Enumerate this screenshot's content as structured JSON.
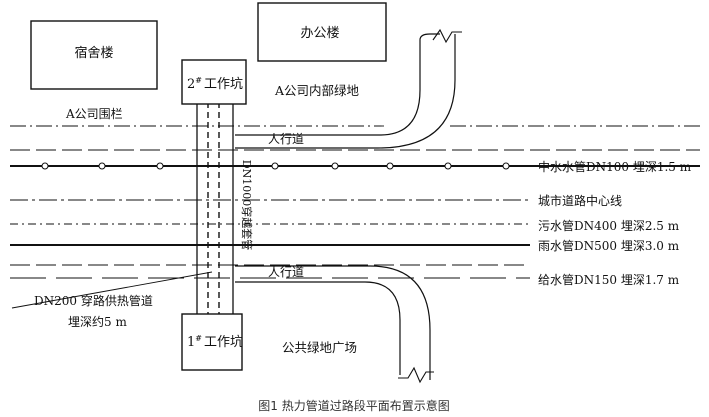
{
  "buildings": {
    "dormitory": "宿舍楼",
    "office": "办公楼"
  },
  "pits": {
    "pit2_num": "2",
    "pit2_text": "工作坑",
    "pit1_num": "1",
    "pit1_text": "工作坑",
    "mark": "#"
  },
  "areas": {
    "company_green": "A公司内部绿地",
    "public_square": "公共绿地广场",
    "fence": "A公司围栏",
    "sidewalk_top": "人行道",
    "sidewalk_bottom": "人行道",
    "casing": "DN1000穿越套管"
  },
  "pipes": {
    "reclaimed": "中水水管DN100  埋深1.5 m",
    "centerline": "城市道路中心线",
    "sewage": "污水管DN400  埋深2.5 m",
    "rain": "雨水管DN500  埋深3.0 m",
    "water_supply": "给水管DN150  埋深1.7 m"
  },
  "heating": {
    "line1": "DN200 穿路供热管道",
    "line2": "埋深约5 m"
  },
  "caption": "图1    热力管道过路段平面布置示意图",
  "colors": {
    "line": "#111111",
    "caption": "#333333",
    "background": "#ffffff"
  }
}
